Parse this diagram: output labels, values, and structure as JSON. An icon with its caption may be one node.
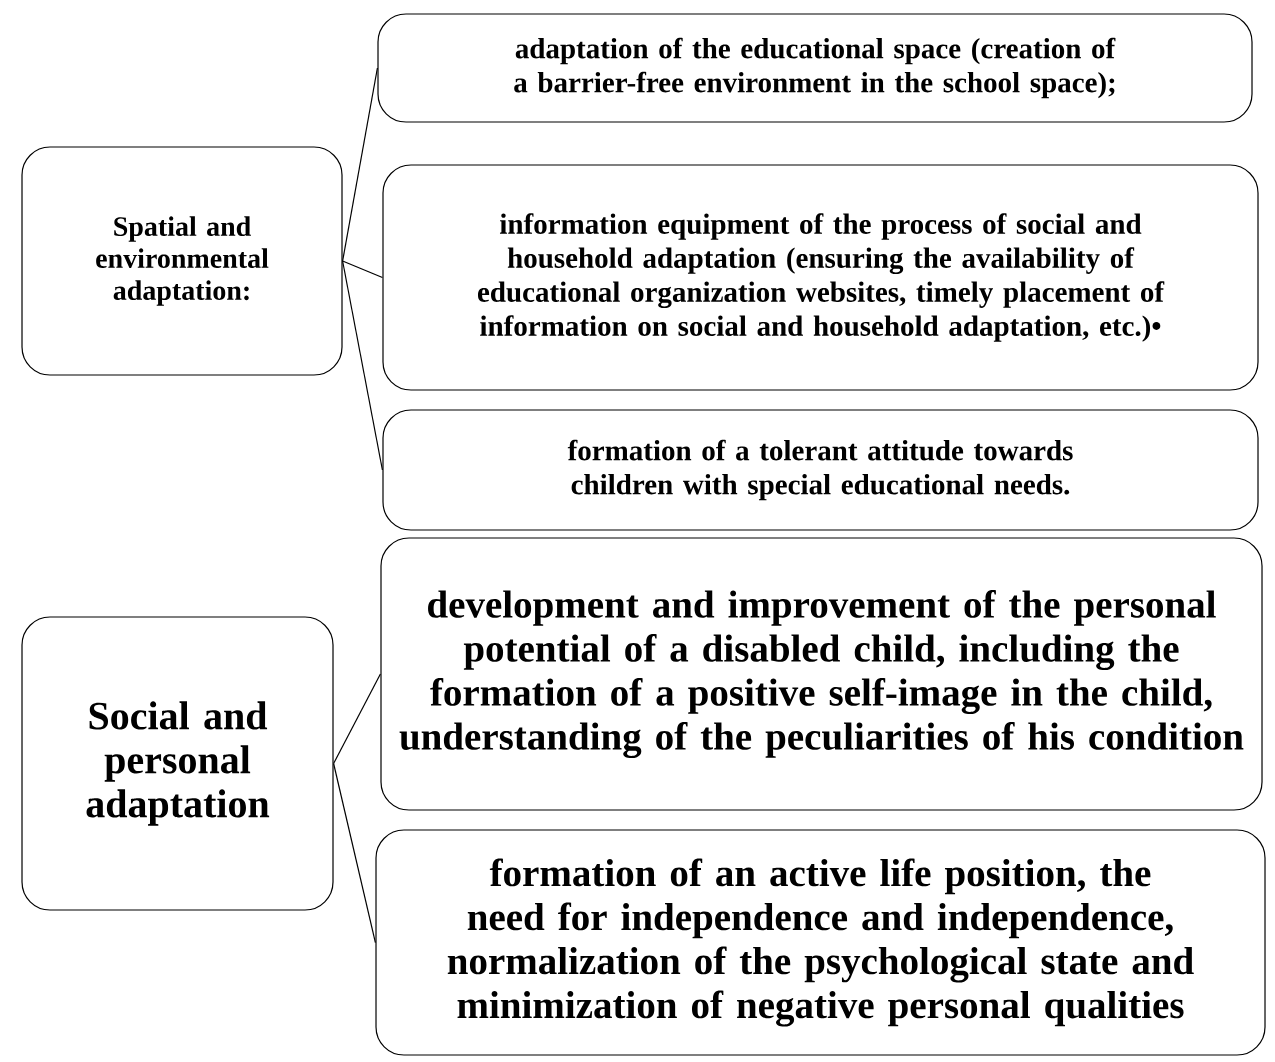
{
  "diagram": {
    "nodes": [
      {
        "text": [
          "Spatial and environmental adaptation:"
        ]
      },
      {
        "text": [
          "adaptation of the educational space (creation of a barrier-free environment in the school space);"
        ]
      },
      {
        "text": [
          "information equipment of the process of social and household adaptation (ensuring the availability of educational organization websites, timely placement of information on social and household adaptation, etc.)•"
        ]
      },
      {
        "text": [
          "formation of a tolerant attitude towards children with special educational needs."
        ]
      },
      {
        "text": [
          "Social and personal adaptation"
        ]
      },
      {
        "text": [
          "development and improvement of the personal potential of a disabled child, including the formation of a positive self-image in the child, understanding of the peculiarities of his condition"
        ]
      },
      {
        "text": [
          "formation of an active life position, the need for independence and independence, normalization of the psychological state and minimization of negative personal qualities"
        ]
      }
    ],
    "edges": [
      {
        "from": 0,
        "to": 1,
        "arrow": "none"
      },
      {
        "from": 0,
        "to": 2,
        "arrow": "none"
      },
      {
        "from": 0,
        "to": 3,
        "arrow": "none"
      },
      {
        "from": 4,
        "to": 5,
        "arrow": "none"
      },
      {
        "from": 4,
        "to": 6,
        "arrow": "none"
      }
    ]
  }
}
